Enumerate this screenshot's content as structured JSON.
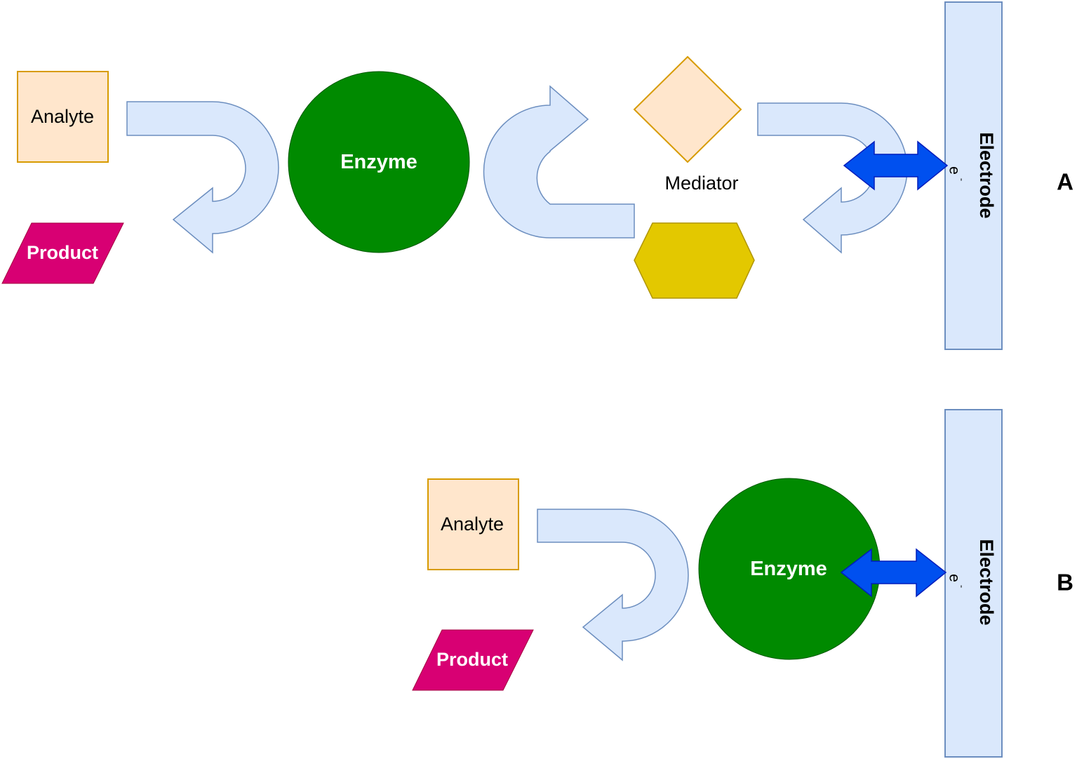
{
  "panel_a": {
    "letter": "A",
    "analyte": "Analyte",
    "product": "Product",
    "enzyme": "Enzyme",
    "mediator": "Mediator",
    "electrode": "Electrode",
    "electron": "e",
    "electron_sup": "-"
  },
  "panel_b": {
    "letter": "B",
    "analyte": "Analyte",
    "product": "Product",
    "enzyme": "Enzyme",
    "electrode": "Electrode",
    "electron": "e",
    "electron_sup": "-"
  },
  "colors": {
    "analyte_fill": "#ffe6cc",
    "analyte_stroke": "#d79b00",
    "product_fill": "#d80073",
    "enzyme_fill": "#008a00",
    "mediator_ox_fill": "#ffe6cc",
    "mediator_red_fill": "#e3c800",
    "curved_arrow_fill": "#dae8fc",
    "curved_arrow_stroke": "#6c8ebf",
    "electron_arrow": "#0050ef",
    "electrode_fill": "#dae8fc"
  }
}
